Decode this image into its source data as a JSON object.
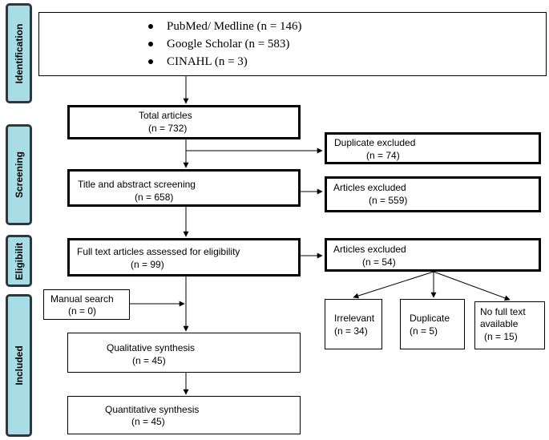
{
  "phases": {
    "identification": "Identification",
    "screening": "Screening",
    "eligibility": "Eligibilit",
    "included": "Included"
  },
  "sources": [
    "PubMed/ Medline (n = 146)",
    "Google Scholar (n = 583)",
    "CINAHL (n = 3)"
  ],
  "flow": {
    "total": {
      "title": "Total articles",
      "count": "(n = 732)"
    },
    "duplicates": {
      "title": "Duplicate excluded",
      "count": "(n = 74)"
    },
    "title_abstract": {
      "title": "Title and abstract screening",
      "count": "(n = 658)"
    },
    "excluded_screening": {
      "title": "Articles excluded",
      "count": "(n = 559)"
    },
    "full_text": {
      "title": "Full text articles assessed for eligibility",
      "count": "(n = 99)"
    },
    "excluded_full_text": {
      "title": "Articles excluded",
      "count": "(n = 54)"
    },
    "manual_search": {
      "title": "Manual search",
      "count": "(n = 0)"
    },
    "qualitative": {
      "title": "Qualitative synthesis",
      "count": "(n = 45)"
    },
    "quantitative": {
      "title": "Quantitative synthesis",
      "count": "(n = 45)"
    }
  },
  "exclusion_reasons": {
    "irrelevant": {
      "title": "Irrelevant",
      "count": "(n = 34)"
    },
    "duplicate": {
      "title": "Duplicate",
      "count": "(n = 5)"
    },
    "no_full_text": {
      "line1": "No full text",
      "line2": "available",
      "count": "(n = 15)"
    }
  }
}
